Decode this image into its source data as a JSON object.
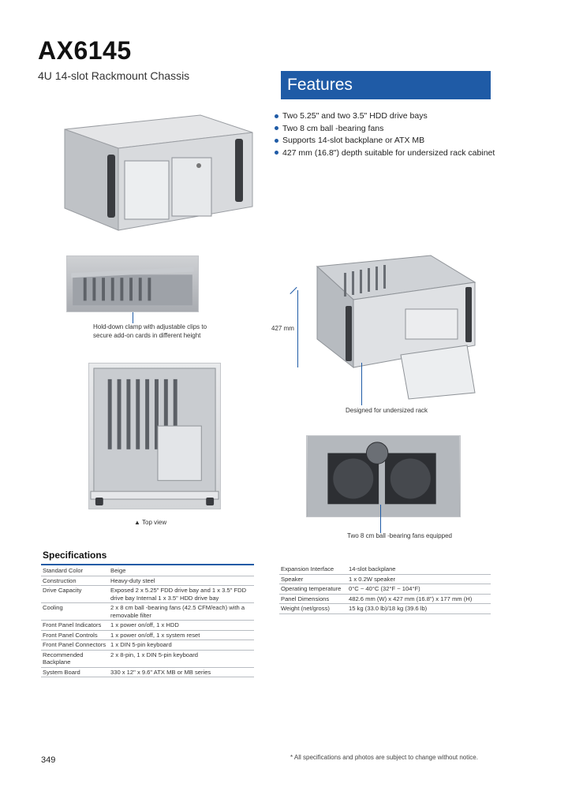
{
  "header": {
    "model": "AX6145",
    "subtitle": "4U 14-slot Rackmount Chassis"
  },
  "features": {
    "heading": "Features",
    "items": [
      "Two 5.25\" and two 3.5\" HDD drive bays",
      "Two 8 cm ball -bearing fans",
      "Supports 14-slot backplane or ATX MB",
      "427 mm (16.8\") depth suitable for undersized rack cabinet"
    ]
  },
  "captions": {
    "clamp": "Hold-down clamp with adjustable clips to secure add-on cards in different height",
    "depth": "427 mm",
    "undersized": "Designed for undersized rack",
    "topview": "Top view",
    "fans": "Two 8 cm ball -bearing fans equipped"
  },
  "specs": {
    "heading": "Specifications",
    "left": [
      {
        "k": "Standard Color",
        "v": "Beige"
      },
      {
        "k": "Construction",
        "v": "Heavy-duty steel"
      },
      {
        "k": "Drive Capacity",
        "v": "Exposed 2 x 5.25\" FDD drive bay and 1 x 3.5\" FDD drive bay Internal 1 x 3.5\" HDD drive bay"
      },
      {
        "k": "Cooling",
        "v": "2 x 8 cm ball -bearing fans (42.5 CFM/each) with a removable filter"
      },
      {
        "k": "Front Panel Indicators",
        "v": "1 x power on/off, 1 x HDD"
      },
      {
        "k": "Front Panel Controls",
        "v": "1 x power on/off, 1 x system reset"
      },
      {
        "k": "Front Panel Connectors",
        "v": "1 x DIN 5-pin keyboard"
      },
      {
        "k": "Recommended Backplane",
        "v": "2 x 8-pin, 1 x DIN 5-pin keyboard"
      },
      {
        "k": "System Board",
        "v": "330 x 12\" x 9.6\" ATX MB or MB series"
      }
    ],
    "right": [
      {
        "k": "Expansion Interface",
        "v": "14-slot backplane"
      },
      {
        "k": "Speaker",
        "v": "1 x 0.2W speaker"
      },
      {
        "k": "Operating temperature",
        "v": "0°C ~ 40°C (32°F ~ 104°F)"
      },
      {
        "k": "Panel Dimensions",
        "v": "482.6 mm (W) x 427 mm (16.8\") x 177 mm (H)"
      },
      {
        "k": "Weight (net/gross)",
        "v": "15 kg (33.0 lb)/18 kg (39.6 lb)"
      }
    ]
  },
  "footer": {
    "page": "349",
    "note": "* All specifications and photos are subject to change without notice."
  },
  "colors": {
    "accent": "#1f5ba6"
  }
}
